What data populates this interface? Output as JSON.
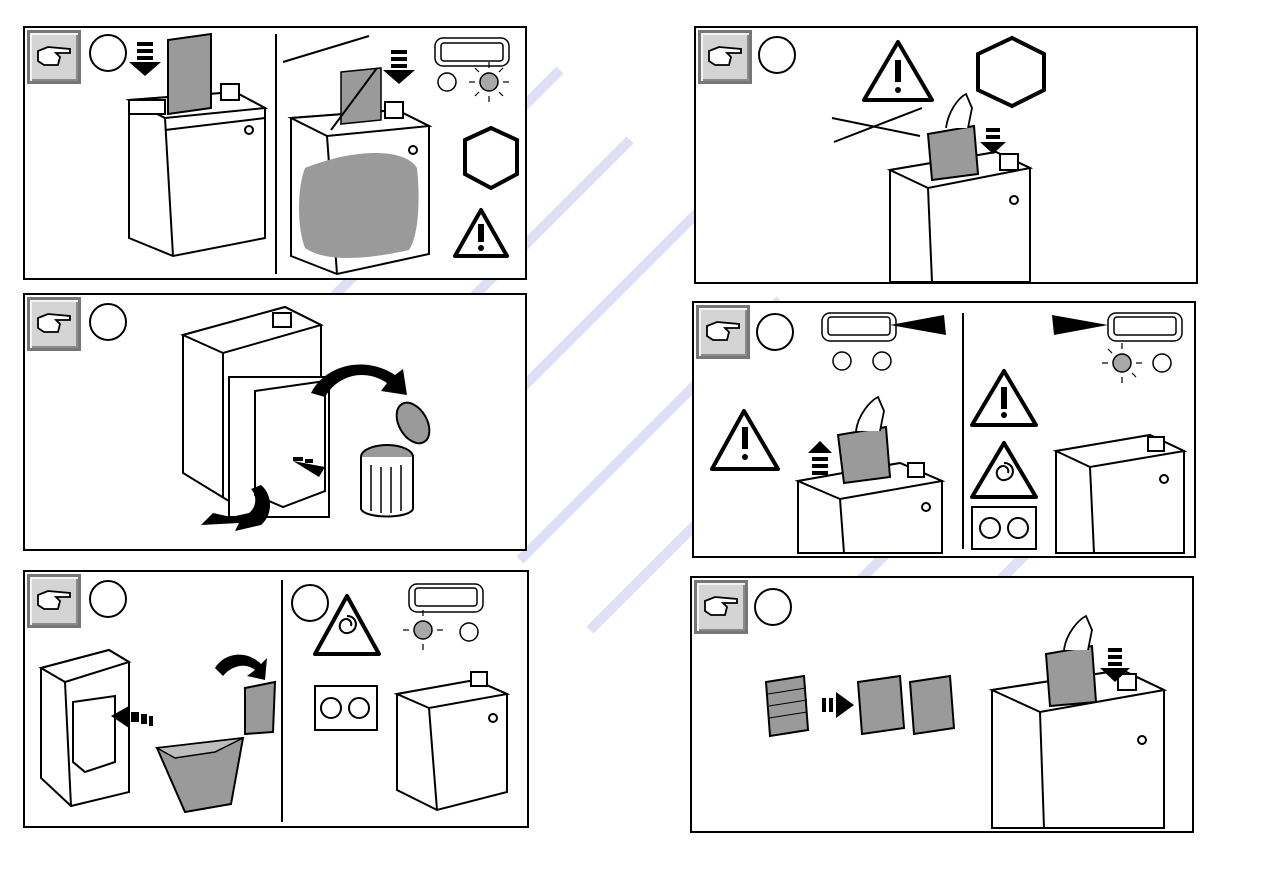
{
  "manual": {
    "page_left": {
      "panels": [
        {
          "id": "p1",
          "step": "",
          "topic": "feed-paper"
        },
        {
          "id": "p2",
          "step": "",
          "topic": "empty-bin"
        },
        {
          "id": "p3",
          "step": "",
          "topic": "insert-bag"
        }
      ]
    },
    "page_right": {
      "panels": [
        {
          "id": "p4",
          "step": "",
          "topic": "do-not-push-paper"
        },
        {
          "id": "p5",
          "step": "",
          "topic": "reverse-jam"
        },
        {
          "id": "p6",
          "step": "",
          "topic": "split-stack"
        }
      ]
    }
  },
  "icons": {
    "hand": "pointing-hand-icon",
    "stop": "stop-octagon-icon",
    "warning": "warning-triangle-icon",
    "spiral": "entanglement-hazard-icon",
    "gears": "gears-icon",
    "lamp": "indicator-lamp-icon"
  },
  "colors": {
    "line": "#000000",
    "fill_gray": "#9a9a9a",
    "lamp_gray": "#a8a8a8",
    "watermark": "#d8d8f5"
  }
}
